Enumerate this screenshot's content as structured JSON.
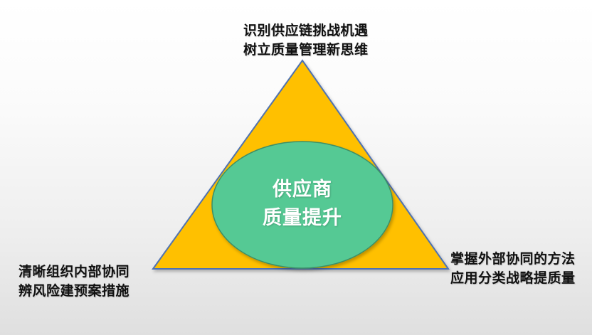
{
  "diagram": {
    "type": "triangle-with-center-circle",
    "colors": {
      "triangle_fill": "#FFC000",
      "triangle_stroke": "#4F72B0",
      "circle_fill": "#55C994",
      "circle_stroke": "#3E8F66",
      "center_text": "#FFFFFF",
      "label_text": "#111111"
    },
    "center": {
      "line1": "供应商",
      "line2": "质量提升"
    },
    "vertices": {
      "top": {
        "line1": "识别供应链挑战机遇",
        "line2": "树立质量管理新思维"
      },
      "bottom_left": {
        "line1": "清晰组织内部协同",
        "line2": "辨风险建预案措施"
      },
      "bottom_right": {
        "line1": "掌握外部协同的方法",
        "line2": "应用分类战略提质量"
      }
    }
  }
}
